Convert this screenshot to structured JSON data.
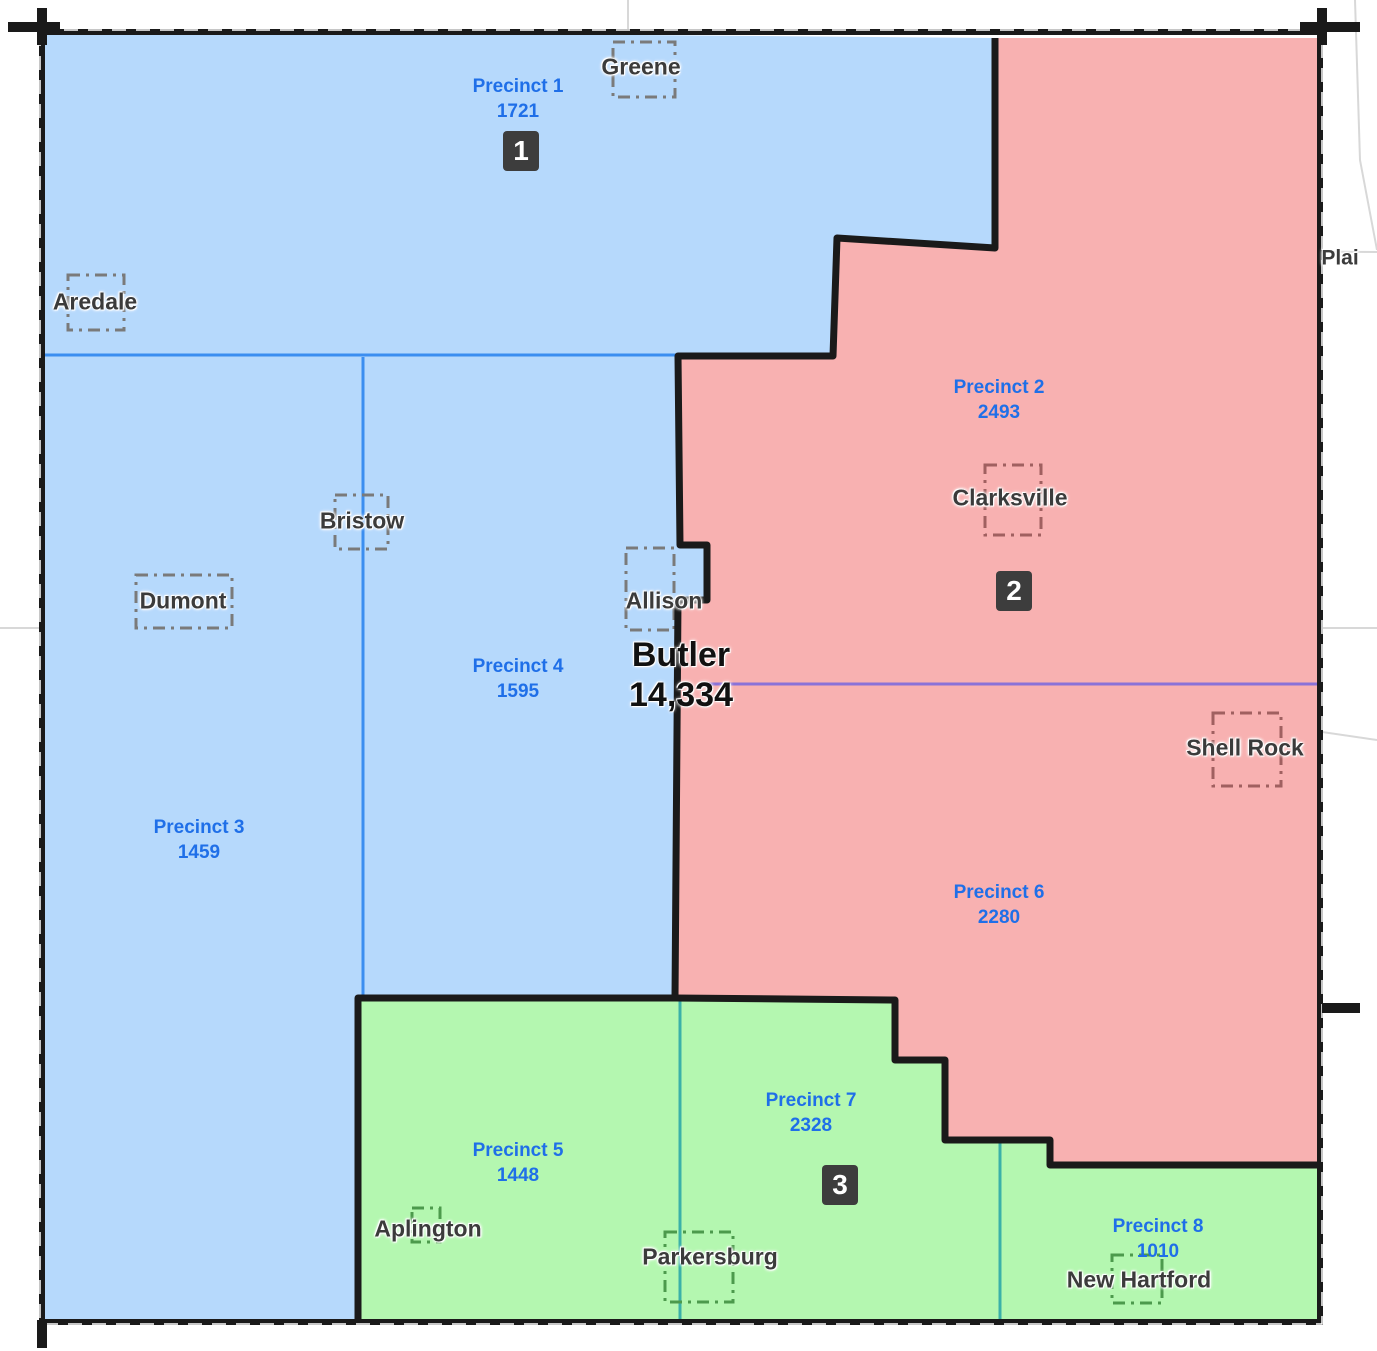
{
  "map": {
    "county": {
      "name": "Butler",
      "population": "14,334"
    },
    "districts": [
      {
        "id": "1",
        "color": "#b6d9fc"
      },
      {
        "id": "2",
        "color": "#f8b1b1"
      },
      {
        "id": "3",
        "color": "#b4f7b0"
      }
    ],
    "precincts": [
      {
        "name": "Precinct 1",
        "population": "1721"
      },
      {
        "name": "Precinct 2",
        "population": "2493"
      },
      {
        "name": "Precinct 3",
        "population": "1459"
      },
      {
        "name": "Precinct 4",
        "population": "1595"
      },
      {
        "name": "Precinct 5",
        "population": "1448"
      },
      {
        "name": "Precinct 6",
        "population": "2280"
      },
      {
        "name": "Precinct 7",
        "population": "2328"
      },
      {
        "name": "Precinct 8",
        "population": "1010"
      }
    ],
    "towns": [
      "Greene",
      "Aredale",
      "Bristow",
      "Dumont",
      "Allison",
      "Clarksville",
      "Shell Rock",
      "Aplington",
      "Parkersburg",
      "New Hartford",
      "Plai"
    ],
    "colors": {
      "district_border": "#1a1a1a",
      "precinct_line": "#3b8ef0",
      "precinct_text": "#1f6fe8",
      "badge": "#3d3d3d"
    }
  }
}
